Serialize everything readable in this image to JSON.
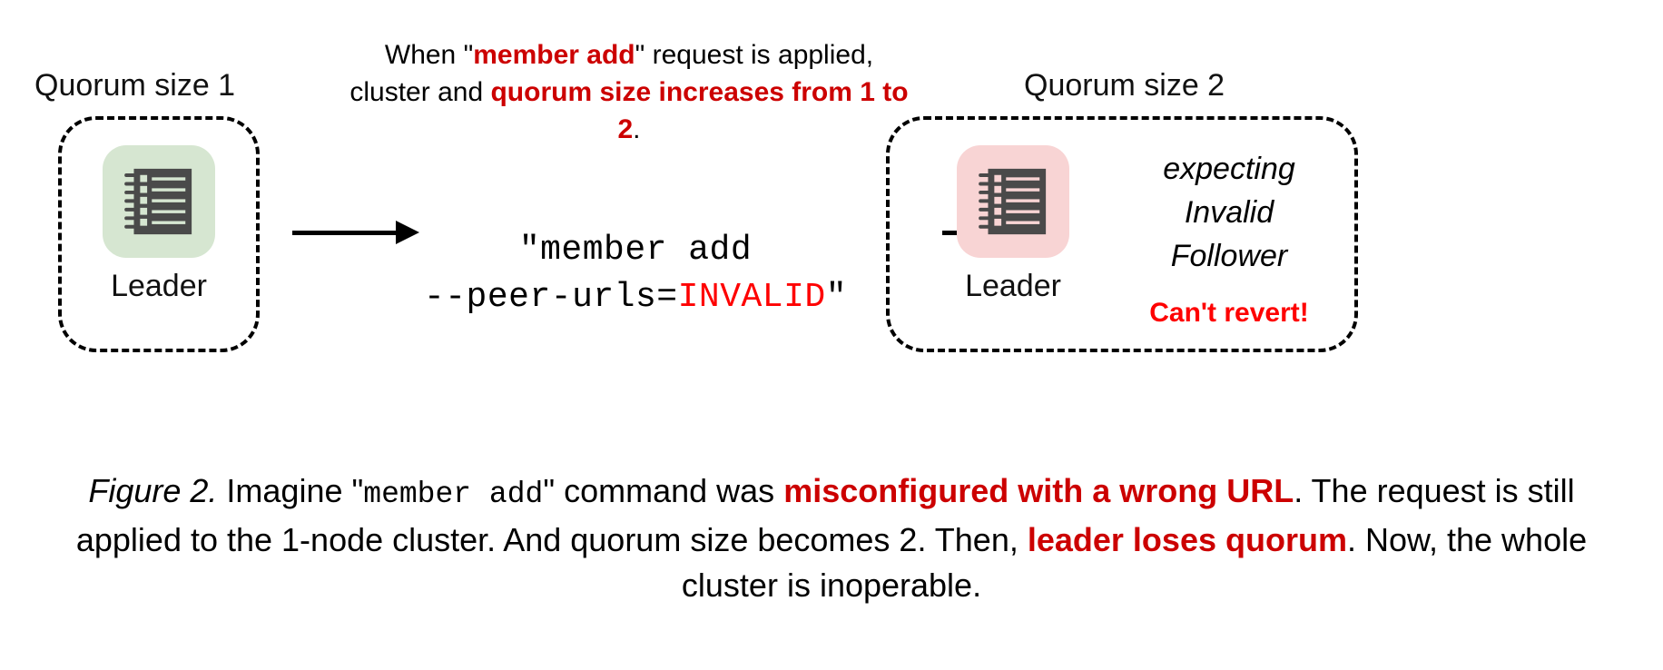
{
  "figure": {
    "id": "figure-2",
    "colors": {
      "dark_red": "#cc0000",
      "bright_red": "#fe0000",
      "leader_ok_bg": "#d6e6d1",
      "leader_bad_bg": "#f8d4d4",
      "icon_body": "#4a4a4a",
      "text": "#000000",
      "page_bg": "#ffffff"
    }
  },
  "left_cluster": {
    "group_label": "Quorum size 1",
    "node": {
      "icon_name": "ledger-icon",
      "icon_state": "healthy",
      "label": "Leader"
    }
  },
  "right_cluster": {
    "group_label": "Quorum size 2",
    "node": {
      "icon_name": "ledger-icon",
      "icon_state": "unhealthy",
      "label": "Leader"
    },
    "status": {
      "lines": [
        "expecting",
        "Invalid",
        "Follower"
      ],
      "warning": "Can't revert!"
    }
  },
  "top_caption": {
    "segments": [
      {
        "text": "When \"",
        "style": "normal"
      },
      {
        "text": "member add",
        "style": "red-bold"
      },
      {
        "text": "\" request is applied, cluster and ",
        "style": "normal"
      },
      {
        "text": "quorum size increases from 1 to 2",
        "style": "red-bold"
      },
      {
        "text": ".",
        "style": "normal"
      }
    ],
    "plain": "When \"member add\" request is applied, cluster and quorum size increases from 1 to 2.",
    "line1": "When \"member add\" request is applied,",
    "line2": "cluster and quorum size increases",
    "line3": "from 1 to 2."
  },
  "command": {
    "line1_open_quote": "\"",
    "line1_text": "member add",
    "line2_text": "--peer-urls=",
    "line2_invalid": "INVALID",
    "line2_close_quote": "\"",
    "plain": "\"member add --peer-urls=INVALID\""
  },
  "arrows": {
    "arrow1_name": "arrow-left-to-command",
    "arrow2_name": "arrow-command-to-right"
  },
  "figure_caption": {
    "figure_number": "Figure 2.",
    "seg_imagine": " Imagine \"",
    "seg_command": "member add",
    "seg_after_command": "\" command was ",
    "seg_red1": "misconfigured with a wrong URL",
    "seg_mid": ". The request is still applied to the 1-node cluster. And quorum size becomes 2. Then, ",
    "seg_red2": "leader loses quorum",
    "seg_end": ". Now, the whole cluster is inoperable.",
    "plain": "Figure 2. Imagine \"member add\" command was misconfigured with a wrong URL. The request is still applied to the 1-node cluster. And quorum size becomes 2. Then, leader loses quorum. Now, the whole cluster is inoperable."
  }
}
